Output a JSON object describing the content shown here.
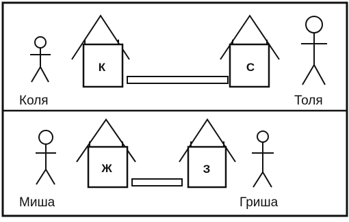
{
  "top_row": {
    "left_person": "Коля",
    "right_person": "Толя",
    "left_house": "К",
    "right_house": "С"
  },
  "bottom_row": {
    "left_person": "Миша",
    "right_person": "Гриша",
    "left_house": "Ж",
    "right_house": "З"
  }
}
